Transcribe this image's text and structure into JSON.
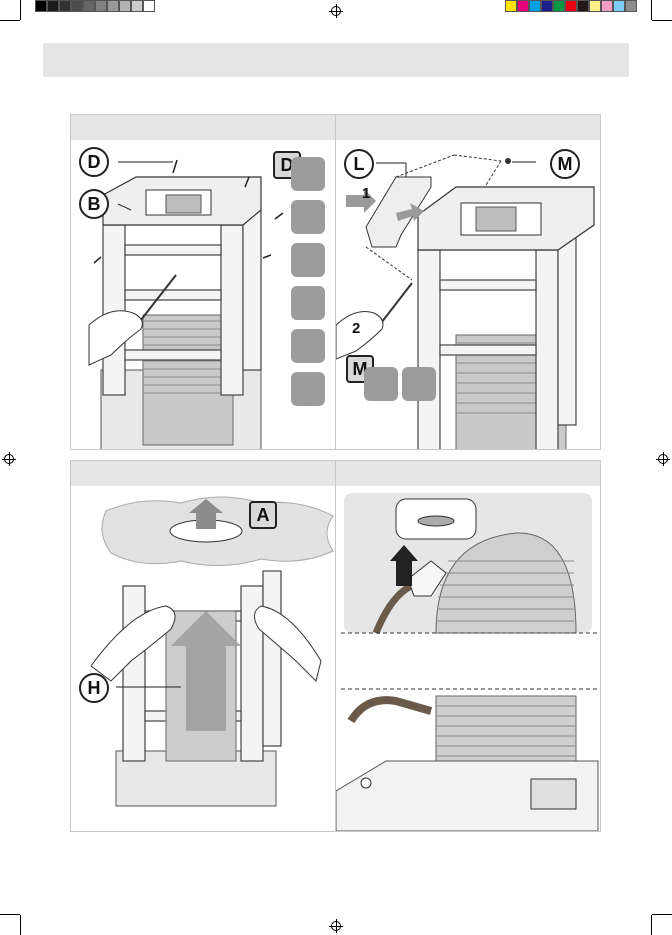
{
  "color_bar": {
    "grays": [
      "#000000",
      "#1a1a1a",
      "#333333",
      "#4d4d4d",
      "#666666",
      "#808080",
      "#999999",
      "#b3b3b3",
      "#cccccc",
      "#ffffff"
    ],
    "colors": [
      "#ffe600",
      "#e6007e",
      "#00a0e9",
      "#1d2088",
      "#009944",
      "#e60012",
      "#231815",
      "#f9f08a",
      "#f29ec4",
      "#7ecef4",
      "#8c8c8c"
    ]
  },
  "panels": {
    "top_left": {
      "callouts": [
        "D",
        "B"
      ],
      "screw_tag": "D",
      "screw_count": 6
    },
    "top_right": {
      "callouts": [
        "L",
        "M"
      ],
      "steps": [
        "1",
        "2"
      ],
      "screw_tag": "M"
    },
    "bottom_left": {
      "callouts": [
        "A",
        "H"
      ]
    },
    "bottom_right": {}
  }
}
